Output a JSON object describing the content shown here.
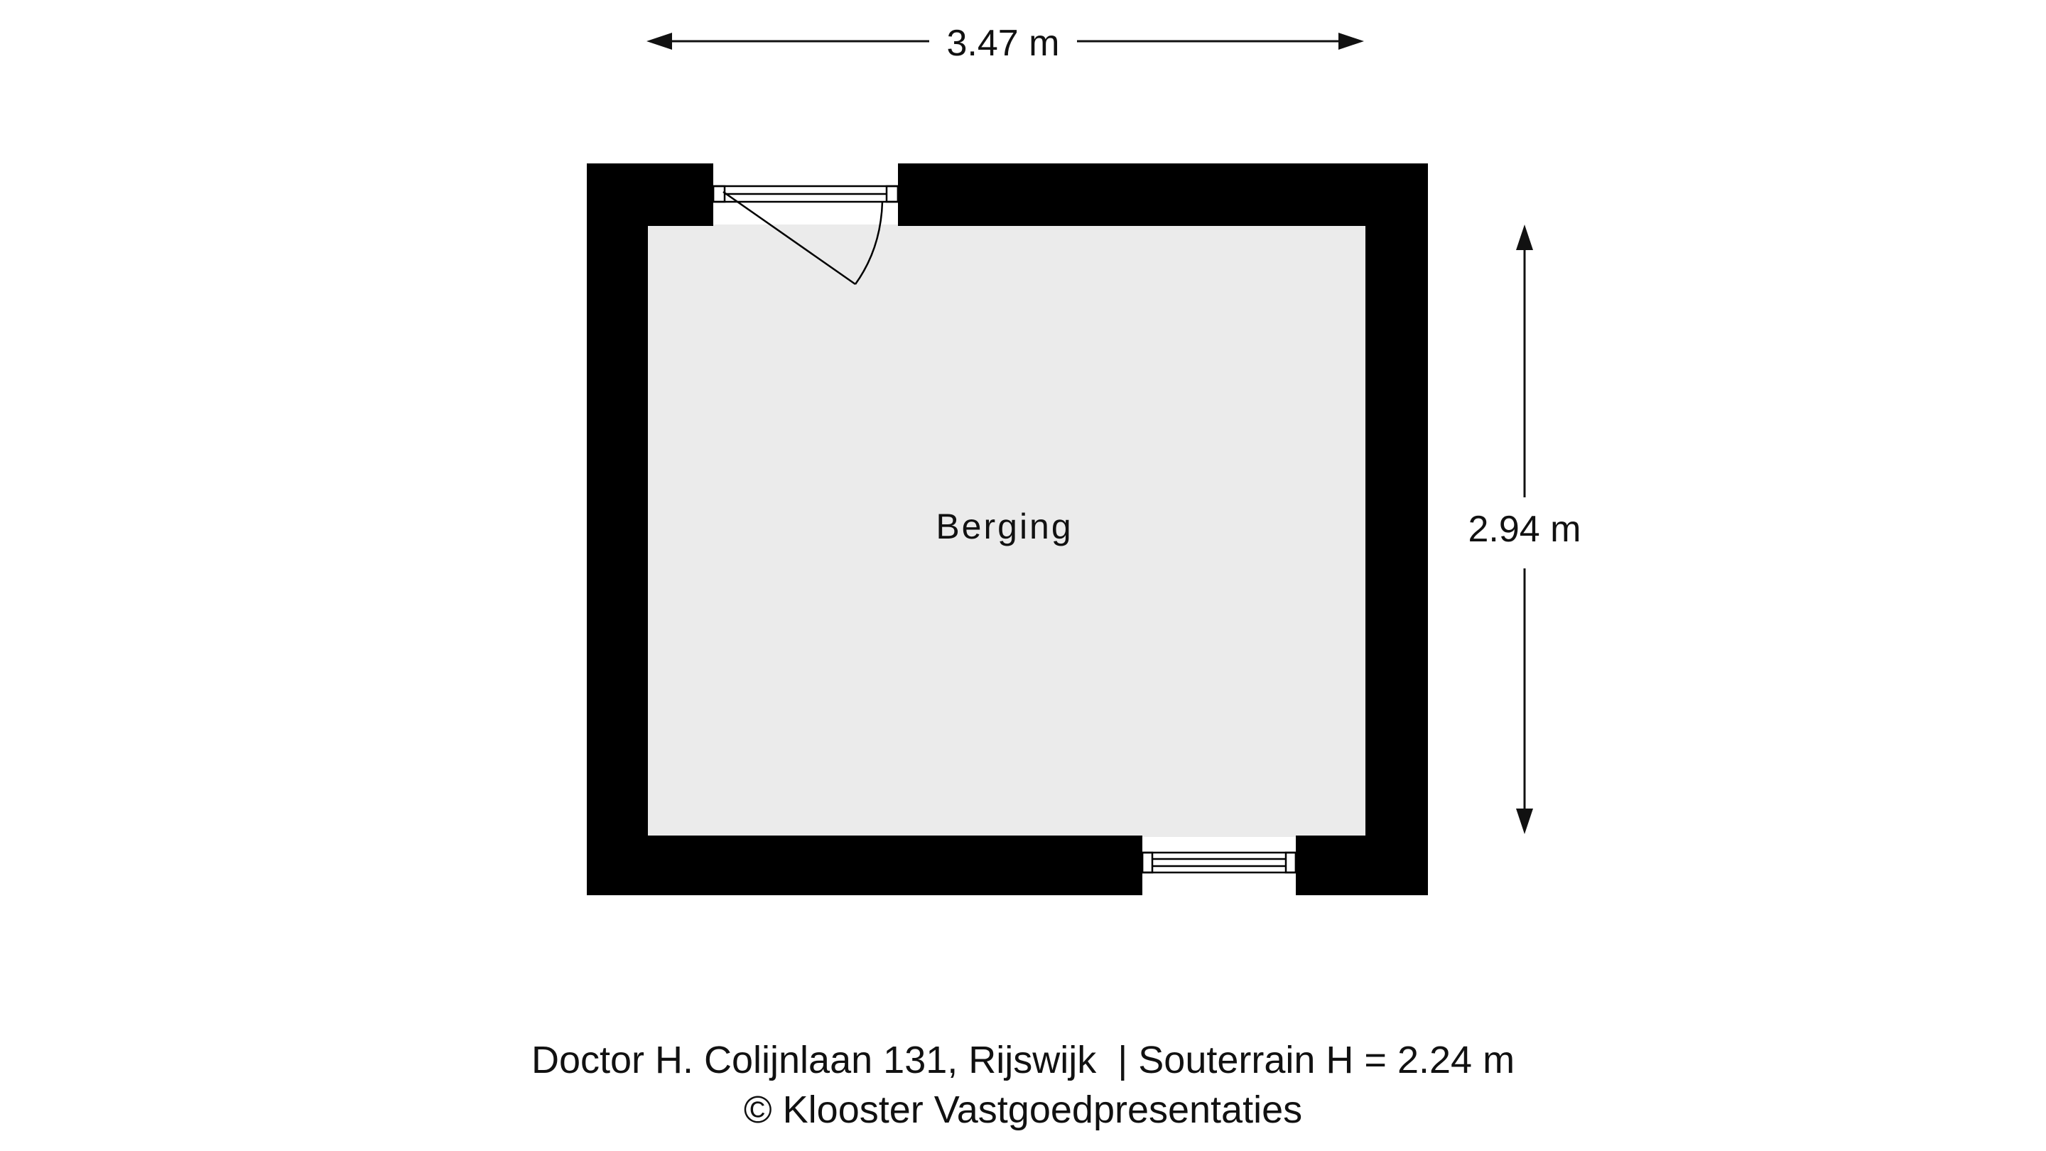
{
  "plan": {
    "width_dimension": "3.47 m",
    "height_dimension": "2.94 m",
    "room_label": "Berging",
    "caption_line_1": "Doctor H. Colijnlaan 131, Rijswijk  | Souterrain H = 2.24 m",
    "caption_line_2": "© Klooster Vastgoedpresentaties"
  },
  "colors": {
    "wall": "#000000",
    "floor": "#ebebeb",
    "background": "#ffffff",
    "text": "#111111"
  }
}
